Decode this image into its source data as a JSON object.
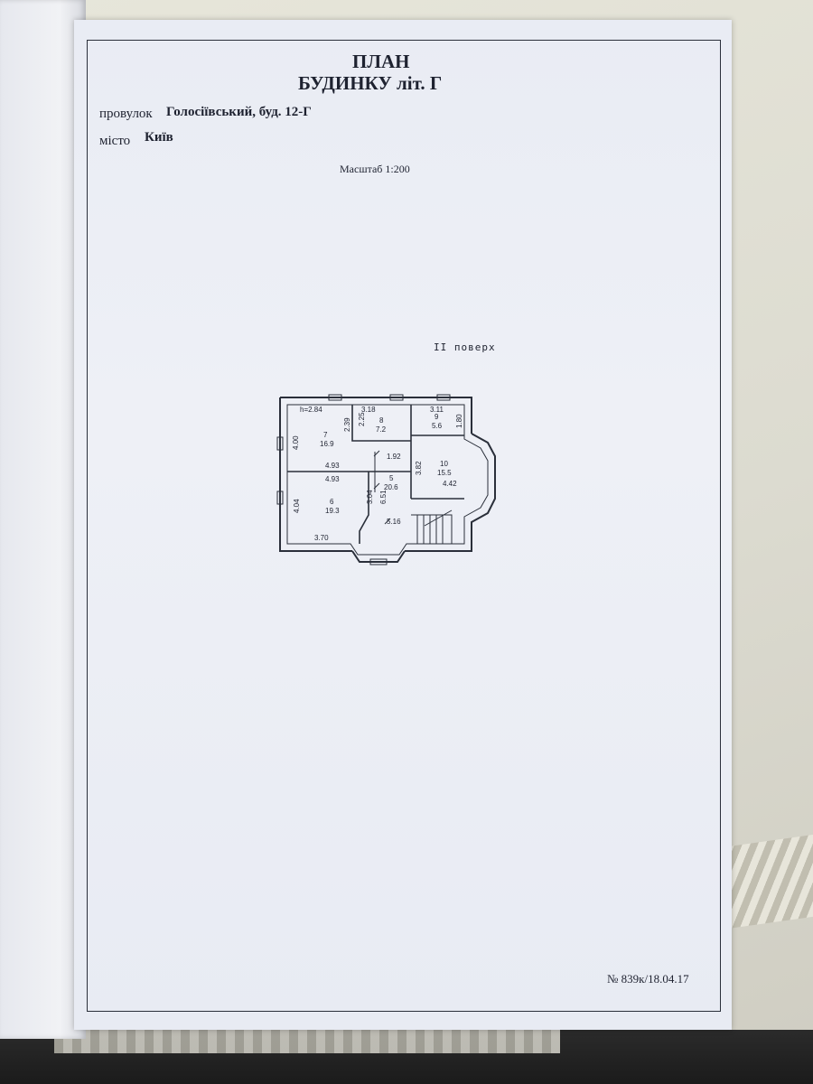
{
  "document": {
    "title": "ПЛАН",
    "subtitle": "БУДИНКУ літ. Г",
    "street_label": "провулок",
    "street_value": "Голосіївський, буд. 12-Г",
    "city_label": "місто",
    "city_value": "Київ",
    "scale": "Масштаб 1:200",
    "floor_label": "II поверх",
    "doc_number": "№ 839к/18.04.17"
  },
  "plan": {
    "height_label": "h=2.84",
    "rooms": [
      {
        "number": "7",
        "area": "16.9"
      },
      {
        "number": "8",
        "area": "7.2"
      },
      {
        "number": "9",
        "area": "5.6"
      },
      {
        "number": "10",
        "area": "15.5"
      },
      {
        "number": "5",
        "area": "20.6"
      },
      {
        "number": "6",
        "area": "19.3"
      }
    ],
    "dimensions": {
      "d_4_00": "4.00",
      "d_2_39": "2.39",
      "d_2_25": "2.25",
      "d_3_18": "3.18",
      "d_3_11": "3.11",
      "d_1_80": "1.80",
      "d_4_93_top": "4.93",
      "d_4_93_bottom": "4.93",
      "d_1_92": "1.92",
      "d_3_82": "3.82",
      "d_4_42": "4.42",
      "d_4_04": "4.04",
      "d_3_04": "3.04",
      "d_6_51": "6.51",
      "d_5_16": "5.16",
      "d_3_70": "3.70"
    }
  }
}
